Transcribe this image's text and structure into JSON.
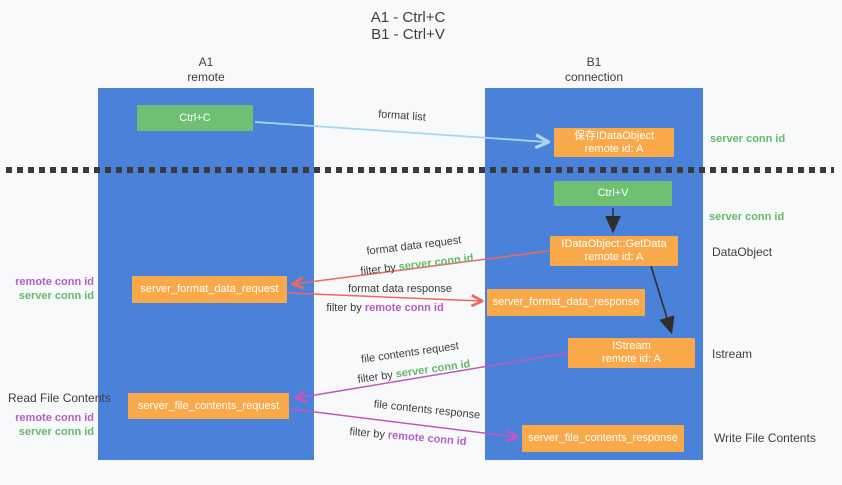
{
  "title": {
    "line1": "A1 - Ctrl+C",
    "line2": "B1 - Ctrl+V"
  },
  "lanes": {
    "a": {
      "name": "A1",
      "subtitle": "remote"
    },
    "b": {
      "name": "B1",
      "subtitle": "connection"
    }
  },
  "nodes": {
    "ctrl_c": {
      "label": "Ctrl+C"
    },
    "save_idataobject": {
      "line1": "保存IDataObject",
      "line2": "remote id: A"
    },
    "ctrl_v": {
      "label": "Ctrl+V"
    },
    "getdata": {
      "line1": "IDataObject::GetData",
      "line2": "remote id: A"
    },
    "format_request": {
      "label": "server_format_data_request"
    },
    "format_response": {
      "label": "server_format_data_response"
    },
    "istream": {
      "line1": "IStream",
      "line2": "remote id: A"
    },
    "file_request": {
      "label": "server_file_contents_request"
    },
    "file_response": {
      "label": "server_file_contents_response"
    }
  },
  "side_labels": {
    "server_conn_id_top": "server conn id",
    "server_conn_id_mid": "server conn id",
    "dataobject": "DataObject",
    "istream": "Istream",
    "write_file": "Write File Contents",
    "read_file": "Read File Contents",
    "format_remote_conn": "remote conn id",
    "format_server_conn": "server conn id",
    "file_remote_conn": "remote conn id",
    "file_server_conn": "server conn id"
  },
  "arrow_labels": {
    "format_list": "format list",
    "format_data_request": "format data request",
    "format_request_filter_prefix": "filter by ",
    "format_request_filter_key": "server conn id",
    "format_data_response": "format data response",
    "format_response_filter_prefix": "filter by ",
    "format_response_filter_key": "remote conn id",
    "file_contents_request": "file contents request",
    "file_request_filter_prefix": "filter by ",
    "file_request_filter_key": "server conn id",
    "file_contents_response": "file contents response",
    "file_response_filter_prefix": "filter by ",
    "file_response_filter_key": "remote conn id"
  },
  "colors": {
    "lane_blue": "#4b82d9",
    "node_green": "#6fc072",
    "node_orange": "#f9a94a",
    "arrow_light_blue": "#a8d5f2",
    "arrow_red": "#ee685f",
    "arrow_magenta": "#c257bd",
    "arrow_black": "#2e2e2e",
    "label_green": "#64ba67",
    "label_purple": "#b25fc6",
    "text_dark": "#3d3d3d",
    "background": "#f8f9fb"
  }
}
